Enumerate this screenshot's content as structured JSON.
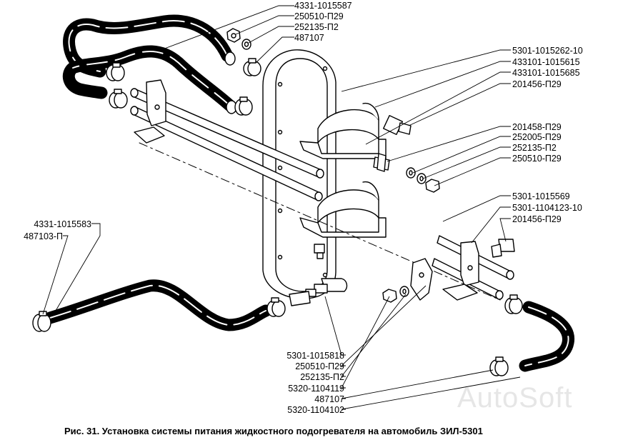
{
  "labels": {
    "top_left": [
      "4331-1015587",
      "250510-П29",
      "252135-П2",
      "487107"
    ],
    "right_top": [
      "5301-1015262-10",
      "433101-1015615",
      "433101-1015685",
      "201456-П29"
    ],
    "right_mid": [
      "201458-П29",
      "252005-П29",
      "252135-П2",
      "250510-П29"
    ],
    "right_low": [
      "5301-1015569",
      "5301-1104123-10",
      "201456-П29"
    ],
    "left_mid": [
      "4331-1015583",
      "487103-П"
    ],
    "bottom": [
      "5301-1015818",
      "250510-П29",
      "252135-П2",
      "5320-1104119",
      "487107",
      "5320-1104102"
    ]
  },
  "caption": "Рис. 31. Установка системы питания жидкостного подогревателя на автомобиль ЗИЛ-5301",
  "watermark": "AutoSoft"
}
